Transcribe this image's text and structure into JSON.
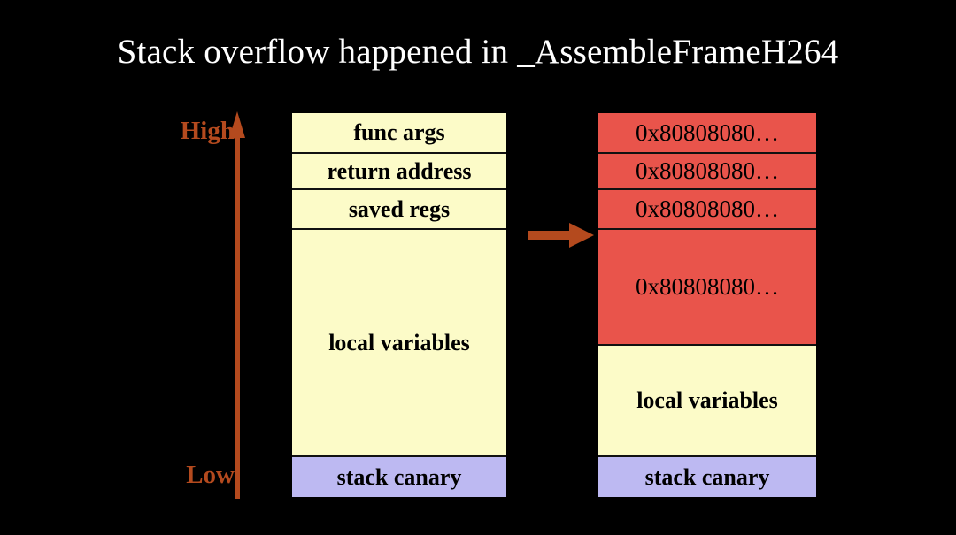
{
  "slide": {
    "title": "Stack overflow happened in _AssembleFrameH264",
    "background_color": "#000000",
    "title_color": "#ffffff"
  },
  "colors": {
    "accent_rust": "#B44A1E",
    "fill_yellow": "#FCFBC8",
    "fill_purple": "#BDB9F2",
    "fill_red": "#E9544B",
    "border": "#111111"
  },
  "axis": {
    "high_label": "High",
    "low_label": "Low",
    "direction": "up",
    "arrow_color": "#B44A1E"
  },
  "transition": {
    "arrow_name": "right-arrow",
    "arrow_color": "#B44A1E"
  },
  "diagrams": [
    {
      "name": "normal-stack",
      "cells": [
        {
          "label": "func args",
          "fill": "fill-yellow",
          "height_pct": 10.5
        },
        {
          "label": "return address",
          "fill": "fill-yellow",
          "height_pct": 9.6
        },
        {
          "label": "saved regs",
          "fill": "fill-yellow",
          "height_pct": 10.3
        },
        {
          "label": "local variables",
          "fill": "fill-yellow",
          "height_pct": 59.2
        },
        {
          "label": "stack canary",
          "fill": "fill-purple",
          "height_pct": 10.4
        }
      ]
    },
    {
      "name": "overflowed-stack",
      "cells": [
        {
          "label": "0x80808080…",
          "fill": "fill-red",
          "height_pct": 10.5
        },
        {
          "label": "0x80808080…",
          "fill": "fill-red",
          "height_pct": 9.6
        },
        {
          "label": "0x80808080…",
          "fill": "fill-red",
          "height_pct": 10.3
        },
        {
          "label": "0x80808080…",
          "fill": "fill-red",
          "height_pct": 30.2
        },
        {
          "label": "local variables",
          "fill": "fill-yellow",
          "height_pct": 29.0
        },
        {
          "label": "stack canary",
          "fill": "fill-purple",
          "height_pct": 10.4
        }
      ]
    }
  ]
}
